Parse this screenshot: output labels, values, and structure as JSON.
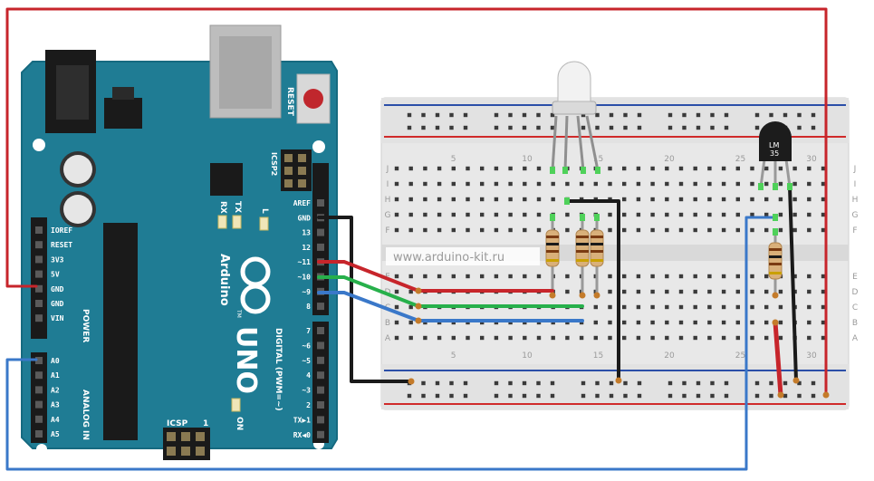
{
  "watermark": "www.arduino-kit.ru",
  "board": {
    "logo_text": "UNO",
    "brand_text": "Arduino",
    "tm": "TM",
    "reset_label": "RESET",
    "icsp2_label": "ICSP2",
    "icsp_label": "ICSP",
    "icsp_pin1": "1",
    "on_label": "ON",
    "tx_label": "TX",
    "rx_label": "RX",
    "l_label": "L",
    "power_label": "POWER",
    "analog_label": "ANALOG IN",
    "digital_label": "DIGITAL (PWM=~)",
    "power_pins": [
      "IOREF",
      "RESET",
      "3V3",
      "5V",
      "GND",
      "GND",
      "VIN"
    ],
    "analog_pins": [
      "A0",
      "A1",
      "A2",
      "A3",
      "A4",
      "A5"
    ],
    "digital_top_pins": [
      "AREF",
      "GND",
      "13",
      "12",
      "~11",
      "~10",
      "~9",
      "8"
    ],
    "digital_bottom_pins": [
      "7",
      "~6",
      "~5",
      "4",
      "~3",
      "2",
      "TX▶1",
      "RX◀0"
    ]
  },
  "breadboard": {
    "column_numbers": [
      "5",
      "10",
      "15",
      "20",
      "25",
      "30"
    ],
    "row_letters_top": [
      "J",
      "I",
      "H",
      "G",
      "F"
    ],
    "row_letters_bottom": [
      "E",
      "D",
      "C",
      "B",
      "A"
    ]
  },
  "sensor": {
    "line1": "LM",
    "line2": "35"
  },
  "colors": {
    "board": "#1f7c94",
    "board_edge": "#166a80",
    "breadboard": "#e9e9e9",
    "rail_red": "#d02a2a",
    "rail_blue": "#2b4fa8",
    "wire_red": "#d42424",
    "wire_green": "#27b04b",
    "wire_blue": "#3a7bd5",
    "wire_black": "#1a1a1a"
  }
}
